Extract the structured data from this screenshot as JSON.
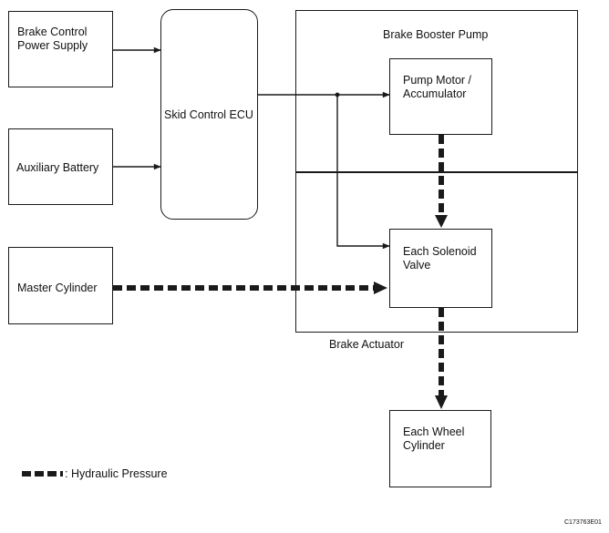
{
  "blocks": {
    "power_supply": "Brake Control\nPower Supply",
    "aux_battery": "Auxiliary Battery",
    "master_cylinder": "Master Cylinder",
    "skid_ecu": "Skid Control ECU",
    "booster_pump": "Brake Booster Pump",
    "pump_motor": "Pump Motor /\nAccumulator",
    "solenoid_valve": "Each Solenoid\nValve",
    "brake_actuator": "Brake Actuator",
    "wheel_cylinder": "Each Wheel\nCylinder"
  },
  "legend": {
    "hydraulic_label": ": Hydraulic Pressure"
  },
  "figure_code": "C173763E01",
  "colors": {
    "line": "#1a1a1a"
  }
}
